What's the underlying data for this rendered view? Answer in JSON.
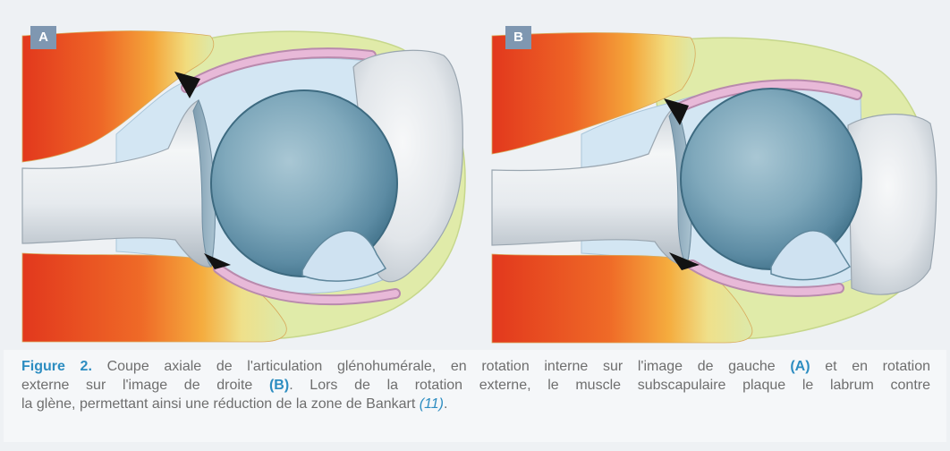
{
  "figure": {
    "panels": [
      {
        "label": "A"
      },
      {
        "label": "B"
      }
    ]
  },
  "caption": {
    "lines": [
      [
        "Figure 2.",
        " Coupe axiale de l'articulation glénohumérale, en rotation interne sur l'image de gauche ",
        "(A)",
        " et en rotation"
      ],
      [
        "externe sur l'image de droite ",
        "(B)",
        ". Lors de la rotation externe, le muscle subscapulaire plaque le labrum contre"
      ],
      [
        "la glène, permettant ainsi une réduction de la zone de Bankart ",
        "(11)",
        "."
      ]
    ]
  },
  "colors": {
    "background": "#eef1f4",
    "caption_background": "#f5f7f9",
    "accent": "#2d8dc1",
    "text": "#6e6e6e",
    "label_box": "#7f97b1"
  }
}
